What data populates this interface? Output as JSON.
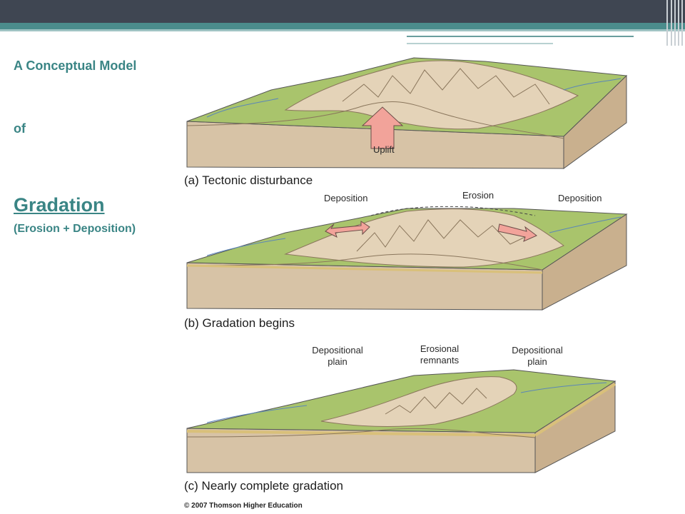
{
  "sidebar": {
    "line1": "A Conceptual Model",
    "line2": "of",
    "main_title": "Gradation",
    "subtitle": "(Erosion + Deposition)"
  },
  "panels": {
    "a": {
      "caption": "(a) Tectonic disturbance",
      "uplift_label": "Uplift"
    },
    "b": {
      "caption": "(b) Gradation begins",
      "deposition_left": "Deposition",
      "erosion": "Erosion",
      "deposition_right": "Deposition"
    },
    "c": {
      "caption": "(c) Nearly complete gradation",
      "depositional_left_1": "Depositional",
      "depositional_left_2": "plain",
      "erosional_1": "Erosional",
      "erosional_2": "remnants",
      "depositional_right_1": "Depositional",
      "depositional_right_2": "plain"
    }
  },
  "copyright": "© 2007 Thomson Higher Education",
  "colors": {
    "accent": "#3a8585",
    "topbar": "#3f4652",
    "stripe": "#4b8c8c",
    "block": "#d7c3a6",
    "grass": "#a9c46c",
    "arrow": "#f2a39a"
  }
}
